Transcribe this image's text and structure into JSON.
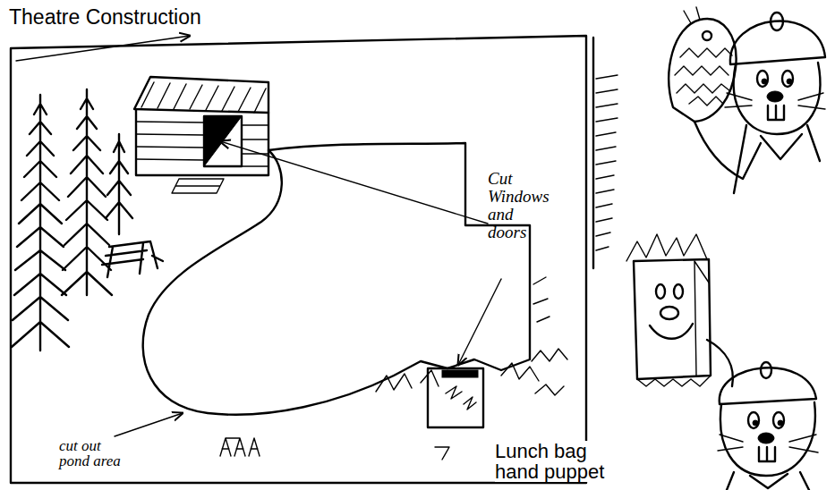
{
  "diagram": {
    "labels": [
      "Theatre Construction",
      "Cut Windows and doors",
      "cut out pond area",
      "Lunch bag hand puppet"
    ]
  }
}
